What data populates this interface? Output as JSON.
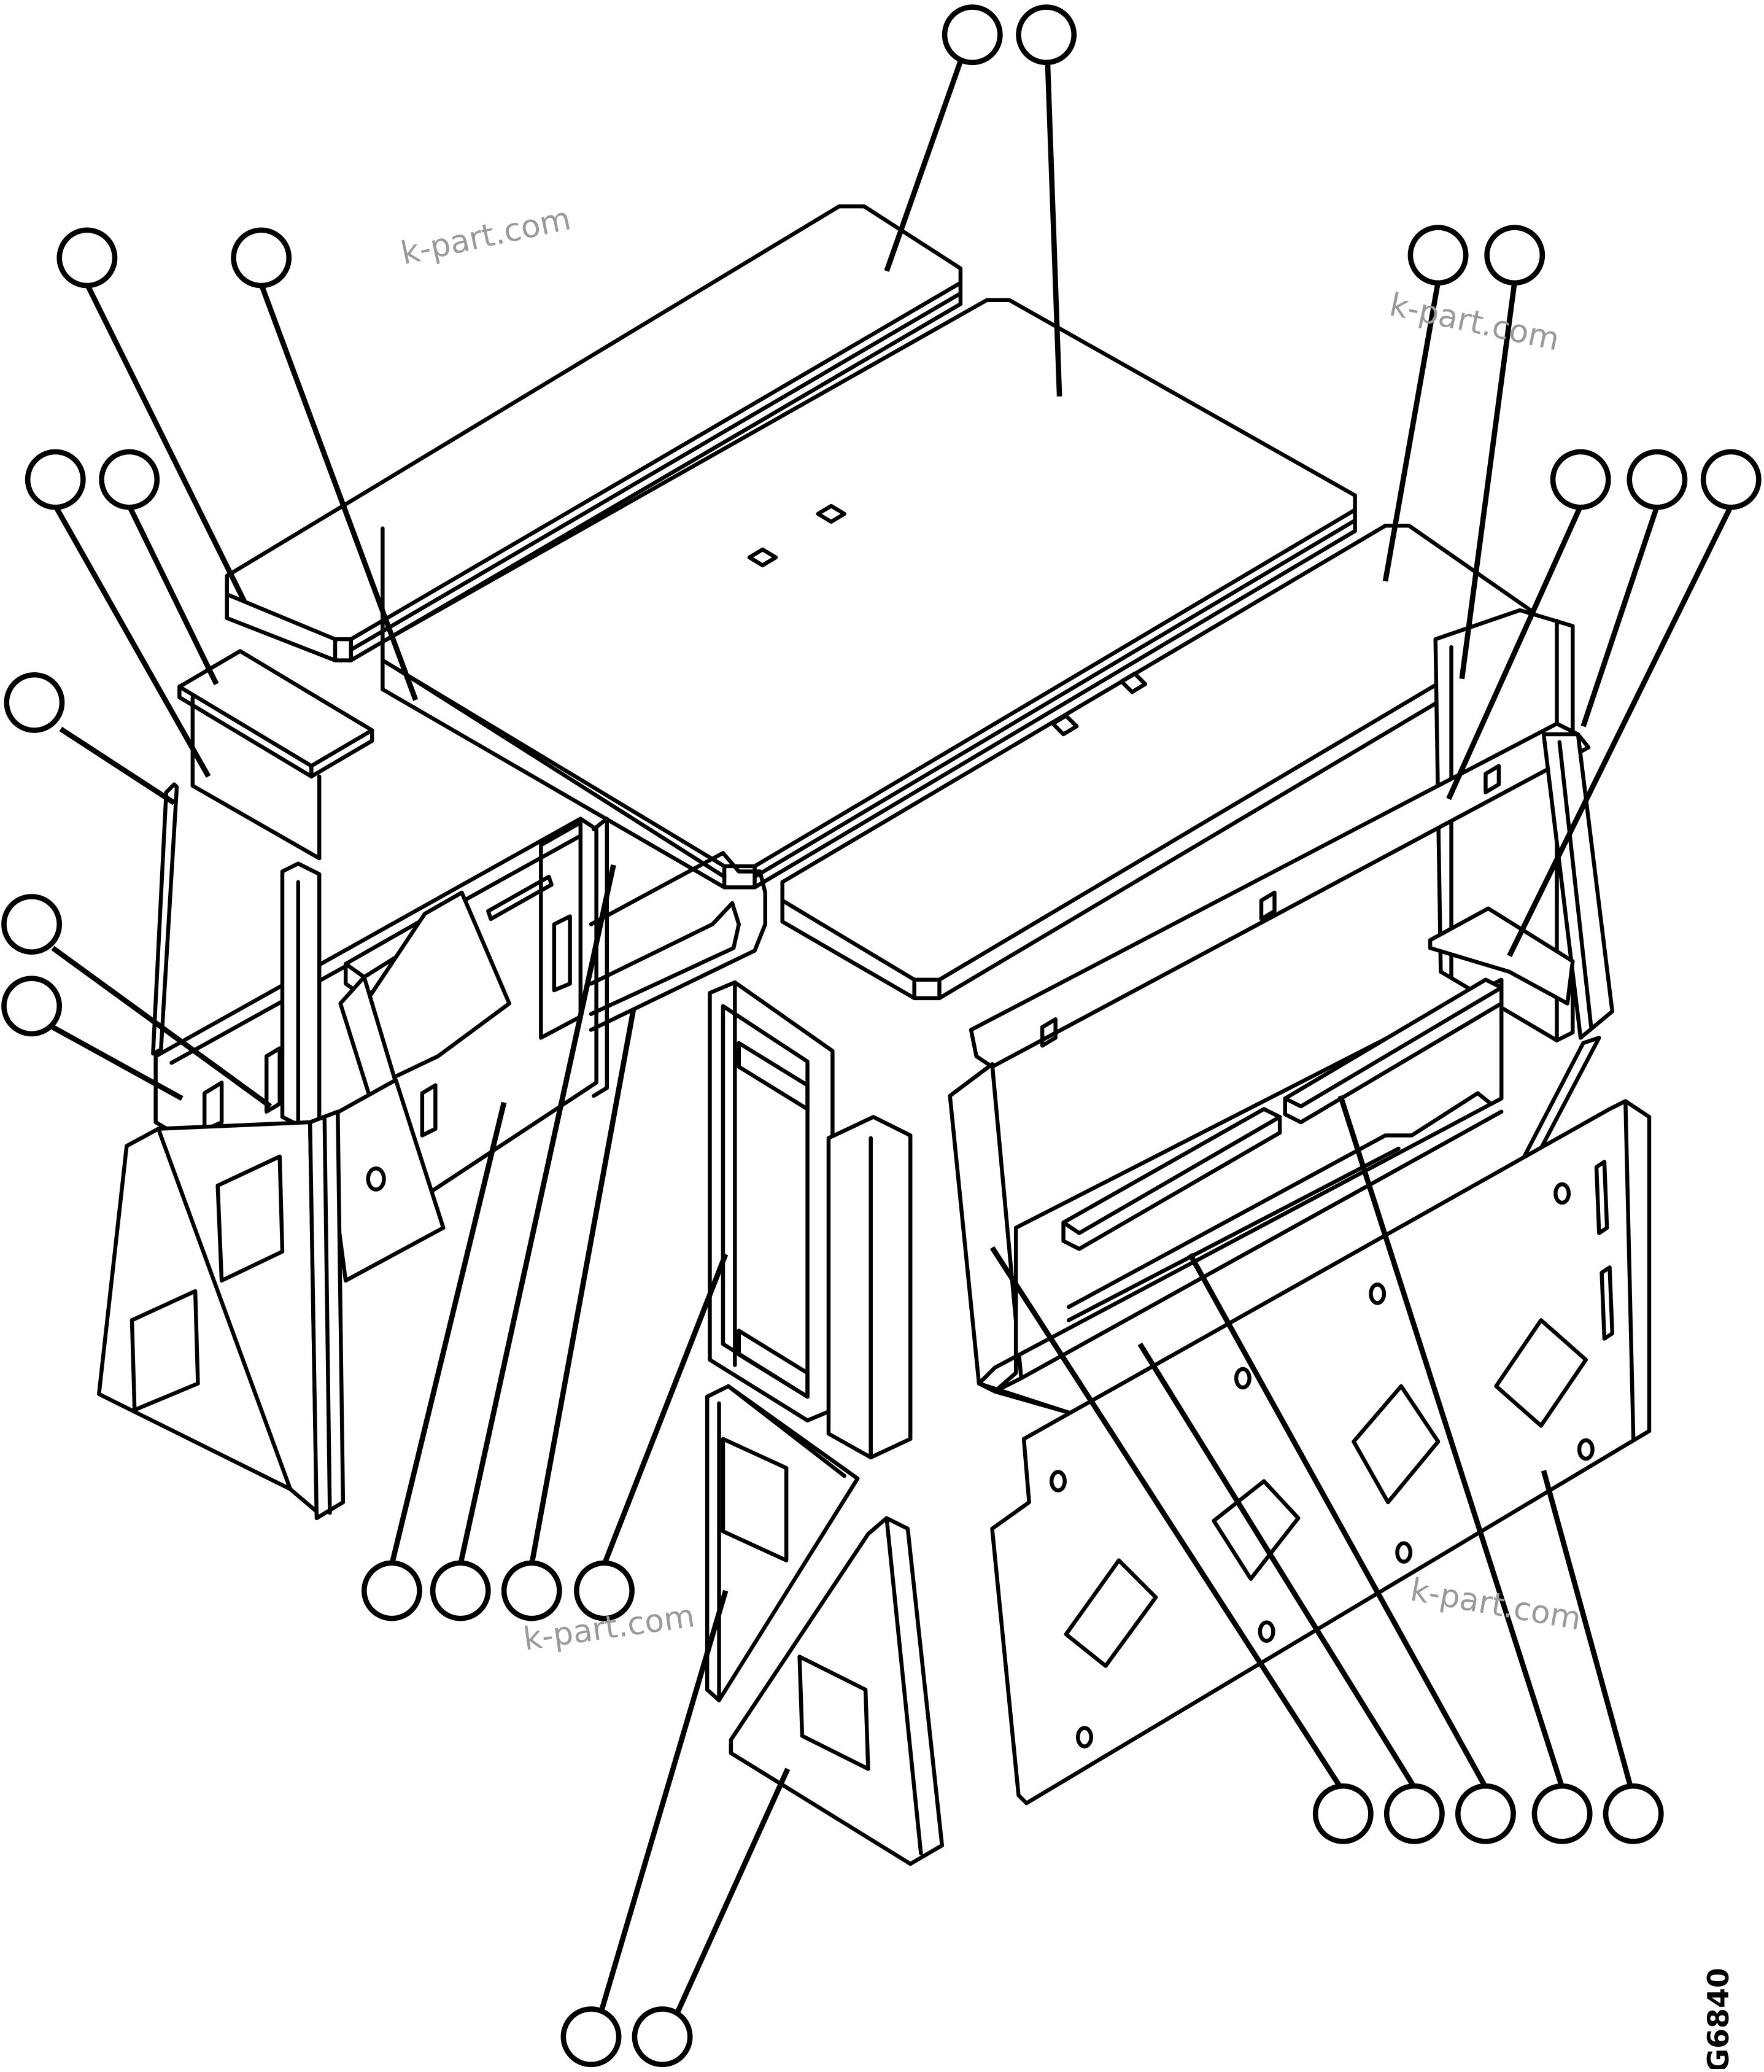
{
  "watermark": "k-part.com",
  "drawing_code": "G6840",
  "callouts": [
    {
      "id": "c1"
    },
    {
      "id": "c2"
    },
    {
      "id": "c3"
    },
    {
      "id": "c4"
    },
    {
      "id": "c5"
    },
    {
      "id": "c6"
    },
    {
      "id": "c7"
    },
    {
      "id": "c8"
    },
    {
      "id": "c9"
    },
    {
      "id": "c10"
    },
    {
      "id": "c11"
    },
    {
      "id": "c12"
    },
    {
      "id": "c13"
    },
    {
      "id": "c14"
    },
    {
      "id": "c15"
    },
    {
      "id": "c16"
    },
    {
      "id": "c17"
    },
    {
      "id": "c18"
    },
    {
      "id": "c19"
    },
    {
      "id": "c20"
    },
    {
      "id": "c21"
    },
    {
      "id": "c22"
    },
    {
      "id": "c23"
    },
    {
      "id": "c24"
    },
    {
      "id": "c25"
    }
  ]
}
